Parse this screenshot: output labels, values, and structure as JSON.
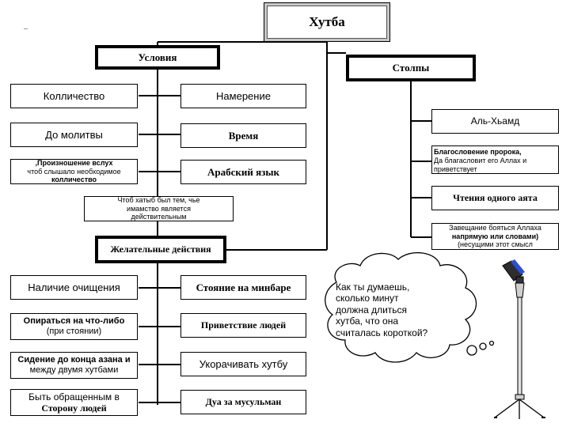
{
  "title": "Хутба",
  "conditions": {
    "header": "Условия",
    "quantity": "Колличество",
    "intention": "Намерение",
    "before_prayer": "До молитвы",
    "time": "Время",
    "pronunciation_line1": ",Произношение вслух",
    "pronunciation_line2": "чтоб слышало необходимое",
    "pronunciation_line3": "колличество",
    "arabic": "Арабский язык",
    "imamate_line1": "Чтоб хатыб был тем, чье",
    "imamate_line2": "имамство является",
    "imamate_line3": "действительным"
  },
  "pillars": {
    "header": "Столпы",
    "hamd": "Аль-Хьамд",
    "blessing_line1": "Благословение пророка,",
    "blessing_line2": "Да благасловит его Аллах и",
    "blessing_line3": "приветствует",
    "ayah": "Чтения одного аята",
    "testament_line1": "Завещание бояться Аллаха",
    "testament_line2": "напрямую или словами)",
    "testament_line3": "(несущими этот смысл"
  },
  "desirable": {
    "header": "Желательные действия",
    "purity": "Наличие очищения",
    "minbar": "Стояние на минбаре",
    "lean_line1": "Опираться на что-либо",
    "lean_line2": "(при стоянии)",
    "greeting": "Приветствие людей",
    "sitting_line1": "Сидение до конца азана и",
    "sitting_line2": "между двумя хутбами",
    "shorten": "Укорачивать хутбу",
    "facing_line1": "Быть обращенным в",
    "facing_line2": "Сторону людей",
    "dua": "Дуа за мусульман"
  },
  "thought": {
    "line1": "Как ты думаешь,",
    "line2": "сколько минут",
    "line3": "должна длиться",
    "line4": "хутба, что она",
    "line5": "считалась короткой?"
  },
  "icons": {
    "microphone": "microphone-icon",
    "thought_bubble": "thought-bubble-icon"
  }
}
